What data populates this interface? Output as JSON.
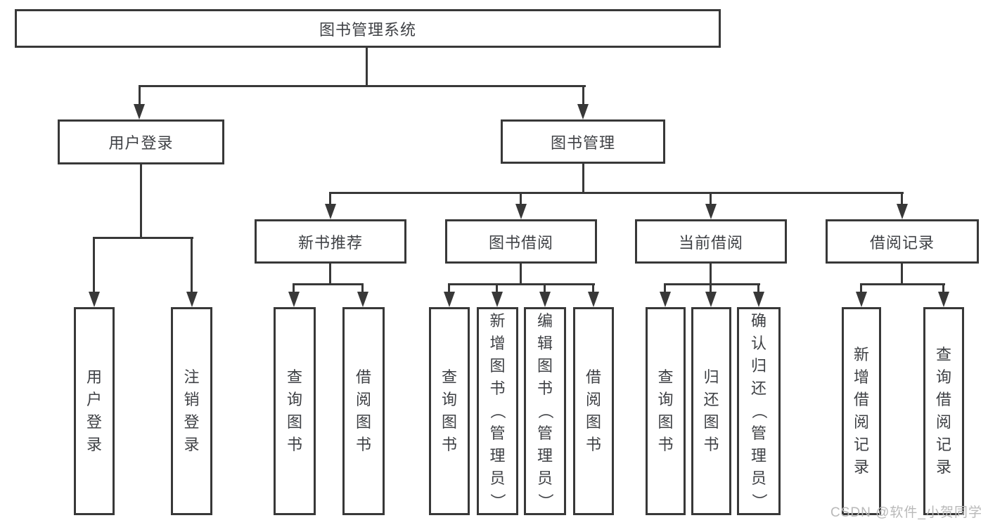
{
  "diagram": {
    "root": "图书管理系统",
    "branches": [
      {
        "label": "用户登录"
      },
      {
        "label": "图书管理"
      }
    ],
    "sections": [
      {
        "label": "新书推荐"
      },
      {
        "label": "图书借阅"
      },
      {
        "label": "当前借阅"
      },
      {
        "label": "借阅记录"
      }
    ],
    "leaf_groups": {
      "user_login": [
        "用户登录",
        "注销登录"
      ],
      "new_books": [
        "查询图书",
        "借阅图书"
      ],
      "book_borrow": [
        "查询图书",
        "新增图书（管理员）",
        "编辑图书（管理员）",
        "借阅图书"
      ],
      "current_borrow": [
        "查询图书",
        "归还图书",
        "确认归还（管理员）"
      ],
      "borrow_records": [
        "新增借阅记录",
        "查询借阅记录"
      ]
    }
  },
  "watermark": "CSDN @软件_小贺同学",
  "colors": {
    "line": "#383838",
    "text": "#3f4145",
    "watermark": "#b9b9b9",
    "background": "#ffffff"
  }
}
